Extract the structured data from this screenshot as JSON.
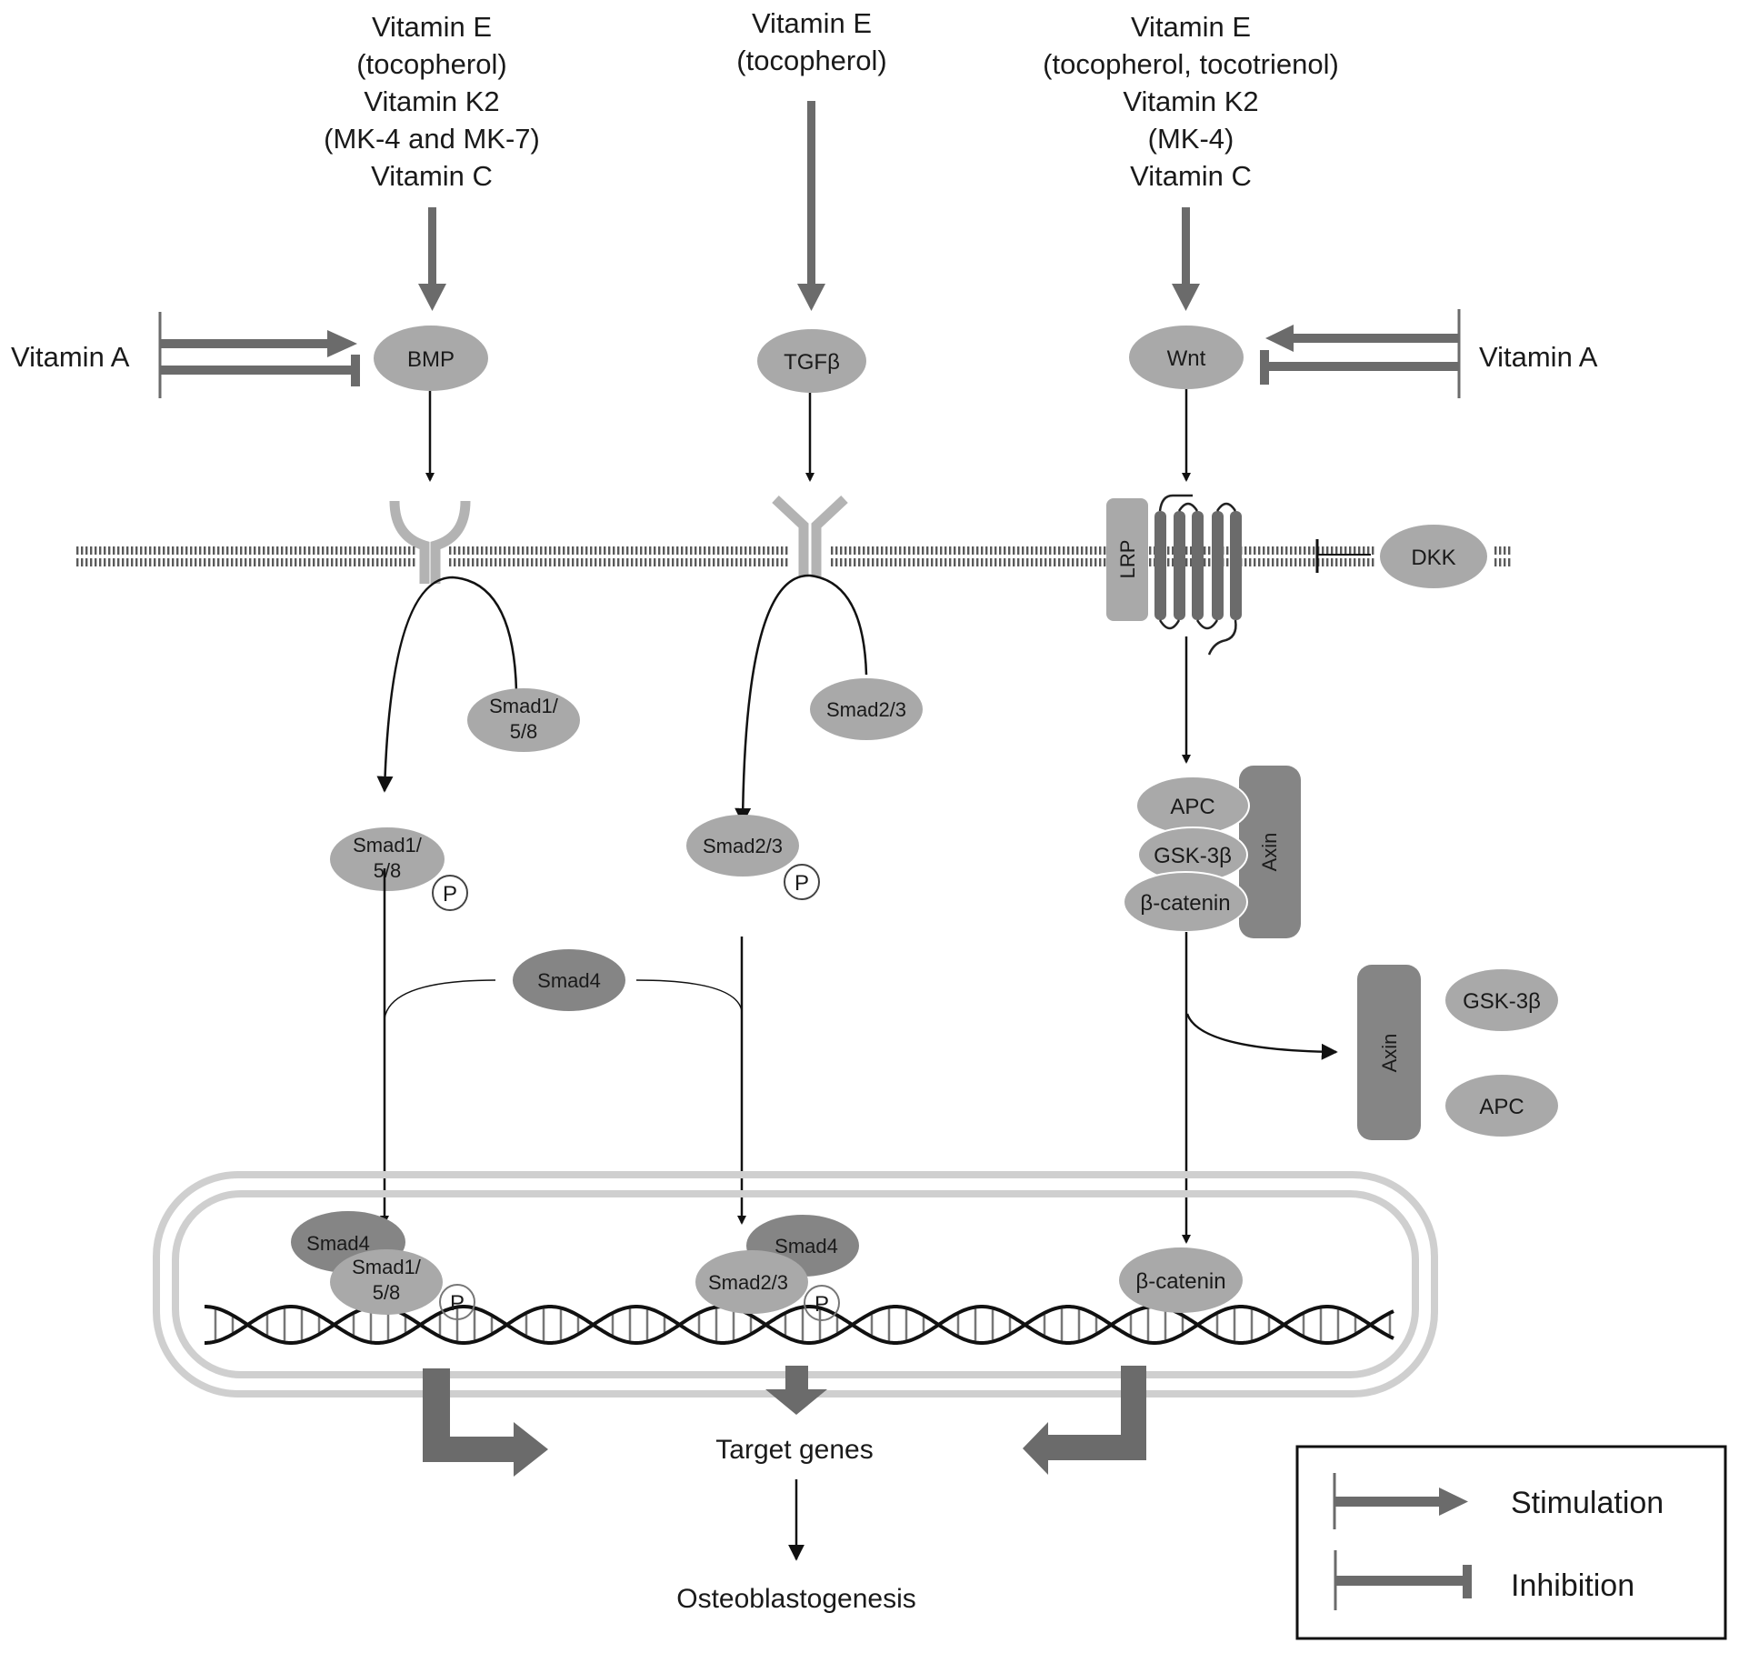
{
  "figure": {
    "title": "Vitamin regulation of BMP, TGFβ and Wnt signaling in osteoblastogenesis",
    "colors": {
      "light_node": "#a9a9a9",
      "dark_node": "#858585",
      "arrow_gray": "#6b6b6b",
      "nucleus_envelope": "#cfcfcf",
      "membrane": "#5a5a5a",
      "line_black": "#111111"
    }
  },
  "inputs": {
    "bmp_column": [
      "Vitamin E",
      "(tocopherol)",
      "Vitamin K2",
      "(MK-4 and MK-7)",
      "Vitamin C"
    ],
    "tgf_column": [
      "Vitamin E",
      "(tocopherol)"
    ],
    "wnt_column": [
      "Vitamin E",
      "(tocopherol, tocotrienol)",
      "Vitamin K2",
      "(MK-4)",
      "Vitamin C"
    ],
    "vitamin_a_left": "Vitamin A",
    "vitamin_a_right": "Vitamin A"
  },
  "ligands": {
    "bmp": "BMP",
    "tgf": "TGFβ",
    "wnt": "Wnt"
  },
  "membrane": {
    "lrp": "LRP",
    "dkk": "DKK"
  },
  "cytoplasm": {
    "smad158_free": [
      "Smad1/",
      "5/8"
    ],
    "smad158_phos": [
      "Smad1/",
      "5/8"
    ],
    "smad23_free": "Smad2/3",
    "smad23_phos": "Smad2/3",
    "phospho": "P",
    "smad4": "Smad4",
    "destruction_complex": {
      "apc": "APC",
      "gsk": "GSK-3β",
      "bcatenin": "β-catenin",
      "axin": "Axin"
    },
    "released": {
      "axin": "Axin",
      "gsk": "GSK-3β",
      "apc": "APC"
    }
  },
  "nucleus": {
    "bmp_smad4": "Smad4",
    "bmp_smad158": [
      "Smad1/",
      "5/8"
    ],
    "tgf_smad4": "Smad4",
    "tgf_smad23": "Smad2/3",
    "phospho": "P",
    "bcatenin": "β-catenin"
  },
  "outputs": {
    "target_genes": "Target genes",
    "result": "Osteoblastogenesis"
  },
  "legend": {
    "items": [
      {
        "type": "stimulation",
        "label": "Stimulation"
      },
      {
        "type": "inhibition",
        "label": "Inhibition"
      }
    ]
  }
}
